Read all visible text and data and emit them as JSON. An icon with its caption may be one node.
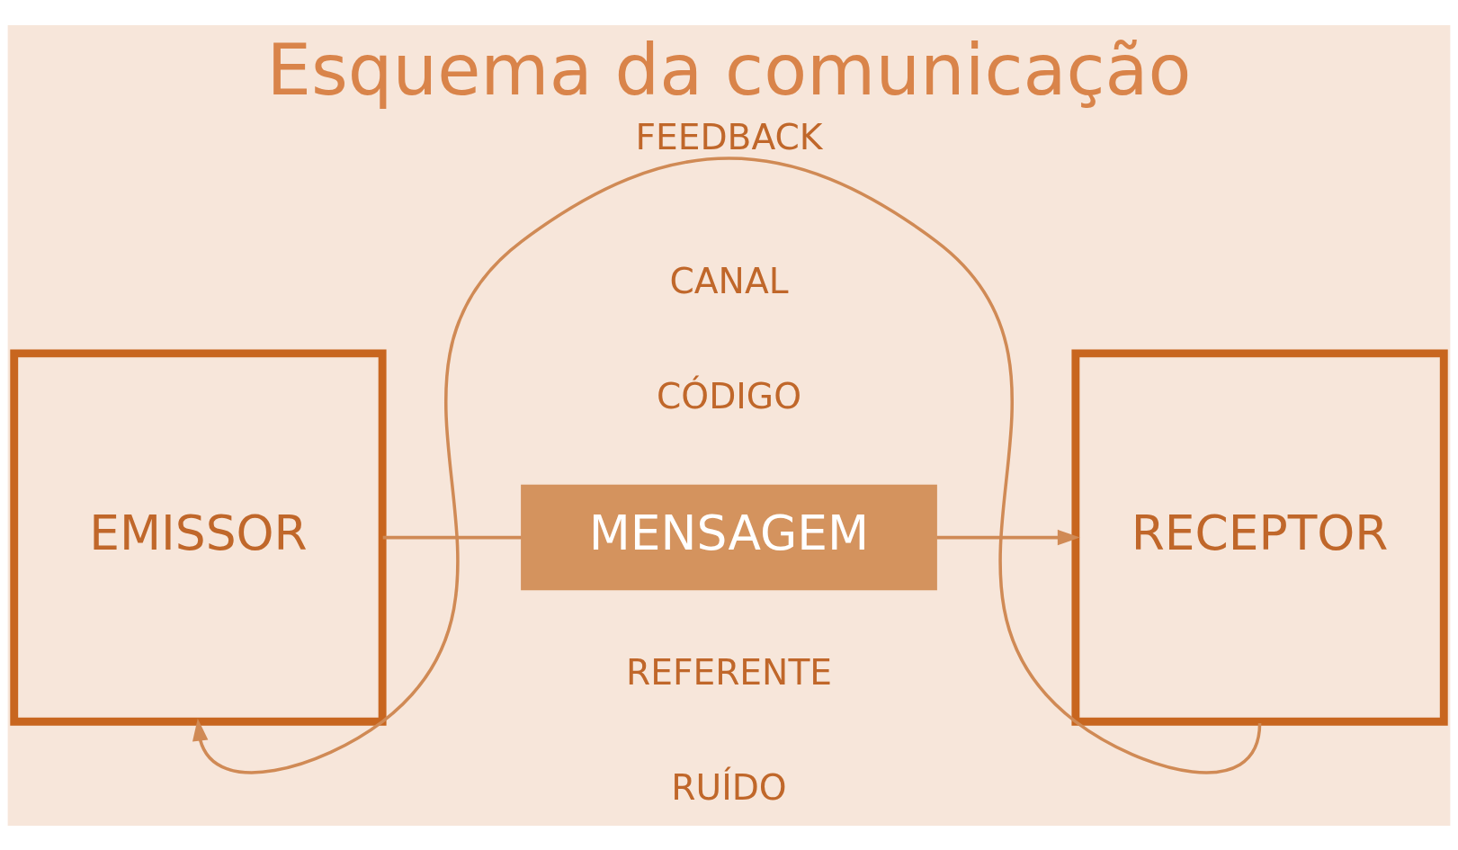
{
  "diagram": {
    "title": "Esquema da comunicação",
    "nodes": [
      {
        "text": [
          "EMISSOR"
        ]
      },
      {
        "text": [
          "MENSAGEM"
        ]
      },
      {
        "text": [
          "RECEPTOR"
        ]
      }
    ],
    "edges": [
      {
        "from": 0,
        "to": 1,
        "arrow": "none"
      },
      {
        "from": 1,
        "to": 2,
        "arrow": "to"
      },
      {
        "from": 2,
        "to": 0,
        "arrow": "to",
        "label": "FEEDBACK"
      }
    ],
    "labels": [
      "CANAL",
      "CÓDIGO",
      "REFERENTE",
      "RUÍDO"
    ]
  }
}
